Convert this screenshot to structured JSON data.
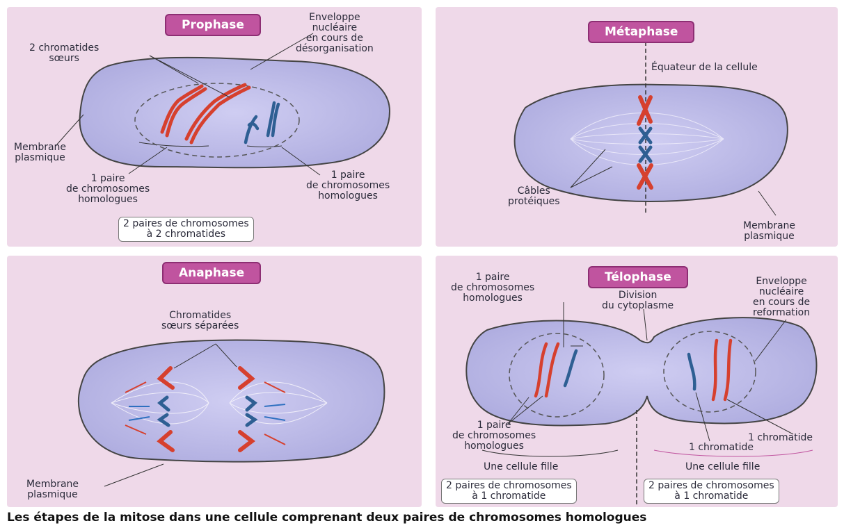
{
  "prophase": {
    "title": "Prophase",
    "label_chromatides_l1": "2 chromatides",
    "label_chromatides_l2": "sœurs",
    "label_enveloppe_l1": "Enveloppe",
    "label_enveloppe_l2": "nucléaire",
    "label_enveloppe_l3": "en cours de",
    "label_enveloppe_l4": "désorganisation",
    "label_membrane_l1": "Membrane",
    "label_membrane_l2": "plasmique",
    "label_pair_left_l1": "1 paire",
    "label_pair_left_l2": "de chromosomes",
    "label_pair_left_l3": "homologues",
    "label_pair_right_l1": "1 paire",
    "label_pair_right_l2": "de chromosomes",
    "label_pair_right_l3": "homologues",
    "box_l1": "2 paires de chromosomes",
    "box_l2": "à 2 chromatides"
  },
  "metaphase": {
    "title": "Métaphase",
    "label_equateur": "Équateur de la cellule",
    "label_cables_l1": "Câbles",
    "label_cables_l2": "protéiques",
    "label_membrane_l1": "Membrane",
    "label_membrane_l2": "plasmique"
  },
  "anaphase": {
    "title": "Anaphase",
    "label_chromatides_l1": "Chromatides",
    "label_chromatides_l2": "sœurs séparées",
    "label_membrane_l1": "Membrane",
    "label_membrane_l2": "plasmique"
  },
  "telophase": {
    "title": "Télophase",
    "label_pair_top_l1": "1 paire",
    "label_pair_top_l2": "de chromosomes",
    "label_pair_top_l3": "homologues",
    "label_division_l1": "Division",
    "label_division_l2": "du cytoplasme",
    "label_enveloppe_l1": "Enveloppe",
    "label_enveloppe_l2": "nucléaire",
    "label_enveloppe_l3": "en cours de",
    "label_enveloppe_l4": "reformation",
    "label_pair_bottom_l1": "1 paire",
    "label_pair_bottom_l2": "de chromosomes",
    "label_pair_bottom_l3": "homologues",
    "label_chromatide_a": "1 chromatide",
    "label_chromatide_b": "1 chromatide",
    "label_cellule_left": "Une cellule fille",
    "label_cellule_right": "Une cellule fille",
    "box_left_l1": "2 paires de chromosomes",
    "box_left_l2": "à 1 chromatide",
    "box_right_l1": "2 paires de chromosomes",
    "box_right_l2": "à 1 chromatide"
  },
  "caption": "Les étapes de la mitose dans une cellule comprenant deux paires de chromosomes homologues",
  "colors": {
    "panel": "#efd9e9",
    "cell": "#b9b7e6",
    "stage_tag": "#c0549f",
    "chromosome_red": "#d6402e",
    "chromosome_blue": "#2e5f93"
  }
}
